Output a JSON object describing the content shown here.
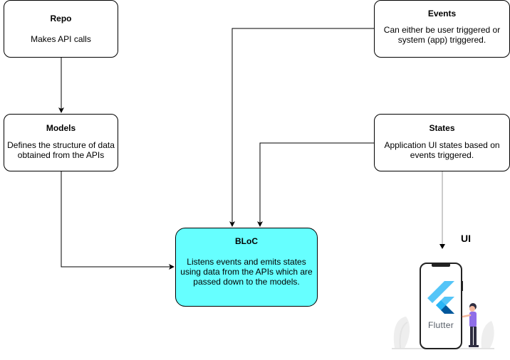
{
  "nodes": {
    "repo": {
      "title": "Repo",
      "description": "Makes API calls"
    },
    "models": {
      "title": "Models",
      "description": "Defines the structure of data obtained from the APIs"
    },
    "events": {
      "title": "Events",
      "description": "Can either be user triggered or system (app) triggered."
    },
    "states": {
      "title": "States",
      "description": "Application UI states based on events triggered."
    },
    "bloc": {
      "title": "BLoC",
      "description": "Listens events and emits states using data from the APIs which are passed down to the models."
    }
  },
  "ui": {
    "label": "UI",
    "logo_text": "Flutter"
  },
  "edges": [
    {
      "from": "repo",
      "to": "models"
    },
    {
      "from": "models",
      "to": "bloc"
    },
    {
      "from": "events",
      "to": "bloc"
    },
    {
      "from": "states",
      "to": "bloc"
    },
    {
      "from": "states",
      "to": "ui"
    }
  ],
  "colors": {
    "bloc_fill": "#66ffff",
    "node_fill": "#ffffff",
    "stroke": "#000000",
    "ui_arrow": "#999999",
    "flutter_light": "#54c5f8",
    "flutter_dark": "#01579b",
    "person_shirt": "#8f6ee8"
  }
}
